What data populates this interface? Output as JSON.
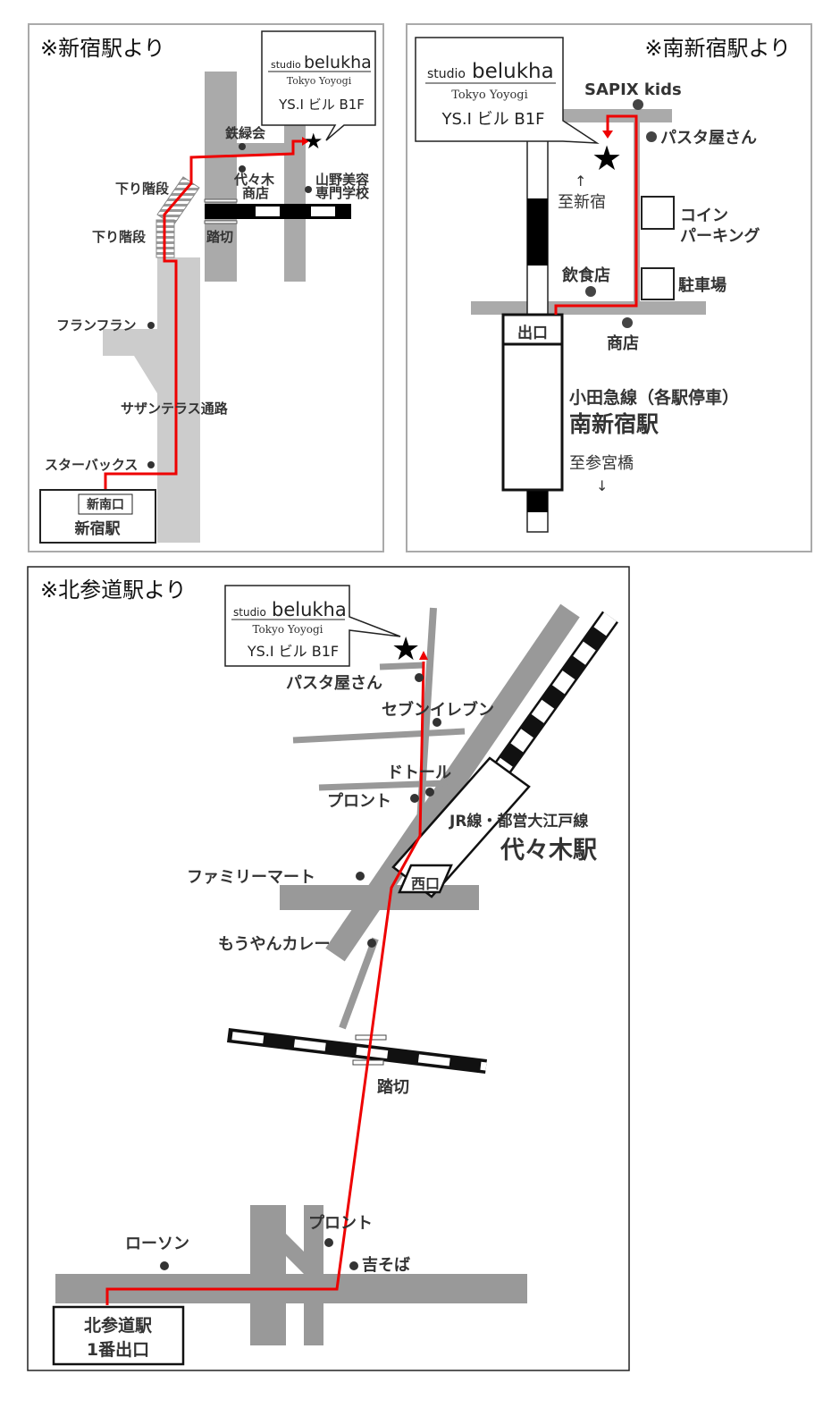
{
  "brand": {
    "studio": "studio",
    "name": "belukha",
    "sub": "Tokyo Yoyogi",
    "address": "YS.I ビル B1F"
  },
  "colors": {
    "route": "#ee0000",
    "road": "#aaaaaa",
    "road_light": "#cccccc",
    "rail": "#000000"
  },
  "map1": {
    "title": "※新宿駅より",
    "labels": {
      "tetsuryokukai": "鉄緑会",
      "yoyogi1": "代々木",
      "yoyogi2": "商店",
      "yamano1": "山野美容",
      "yamano2": "専門学校",
      "stairs1": "下り階段",
      "stairs2": "下り階段",
      "crossing": "踏切",
      "francfranc": "フランフラン",
      "southern_terrace": "サザンテラス通路",
      "starbucks": "スターバックス"
    },
    "station": {
      "exit": "新南口",
      "name": "新宿駅"
    }
  },
  "map2": {
    "title": "※南新宿駅より",
    "labels": {
      "sapix": "SAPIX kids",
      "pasta": "パスタ屋さん",
      "to_shinjuku": "至新宿",
      "coin1": "コイン",
      "coin2": "パーキング",
      "restaurant": "飲食店",
      "parking": "駐車場",
      "shop": "商店",
      "to_sangubashi": "至参宮橋",
      "arrow_up": "↑",
      "arrow_down": "↓"
    },
    "station": {
      "exit": "出口",
      "line": "小田急線（各駅停車）",
      "name": "南新宿駅"
    }
  },
  "map3": {
    "title": "※北参道駅より",
    "labels": {
      "pasta": "パスタ屋さん",
      "seven": "セブンイレブン",
      "doutor": "ドトール",
      "pronto1": "プロント",
      "familymart": "ファミリーマート",
      "mouyan": "もうやんカレー",
      "crossing": "踏切",
      "pronto2": "プロント",
      "lawson": "ローソン",
      "yoshisoba": "吉そば"
    },
    "station": {
      "exit": "西口",
      "line": "JR線・都営大江戸線",
      "name": "代々木駅",
      "kita1": "北参道駅",
      "kita2": "1番出口"
    }
  }
}
